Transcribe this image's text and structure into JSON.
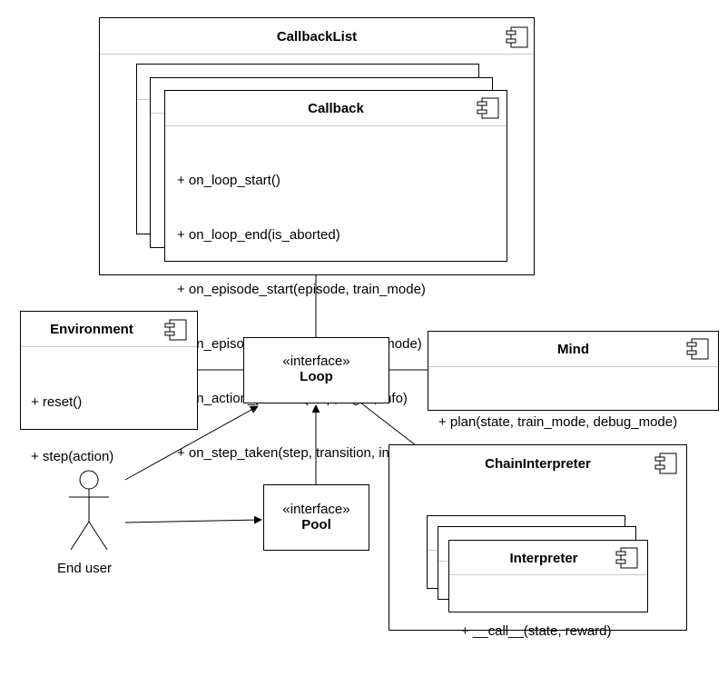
{
  "callback_list": {
    "title": "CallbackList"
  },
  "callback": {
    "title": "Callback",
    "methods": [
      "+ on_loop_start()",
      "+ on_loop_end(is_aborted)",
      "+ on_episode_start(episode, train_mode)",
      "+ on_episode_end(episode, train_mode)",
      "+ on_action_planned(step, logits, info)",
      "+ on_step_taken(step, transition, info)"
    ]
  },
  "environment": {
    "title": "Environment",
    "methods": [
      "+ reset()",
      "+ step(action)"
    ]
  },
  "loop": {
    "stereotype": "«interface»",
    "name": "Loop"
  },
  "mind": {
    "title": "Mind",
    "methods": [
      "+ plan(state, train_mode, debug_mode)"
    ]
  },
  "pool": {
    "stereotype": "«interface»",
    "name": "Pool"
  },
  "chain_interpreter": {
    "title": "ChainInterpreter"
  },
  "interpreter": {
    "title": "Interpreter",
    "methods": [
      "+ __call__(state, reward)"
    ]
  },
  "actor": {
    "label": "End user"
  }
}
